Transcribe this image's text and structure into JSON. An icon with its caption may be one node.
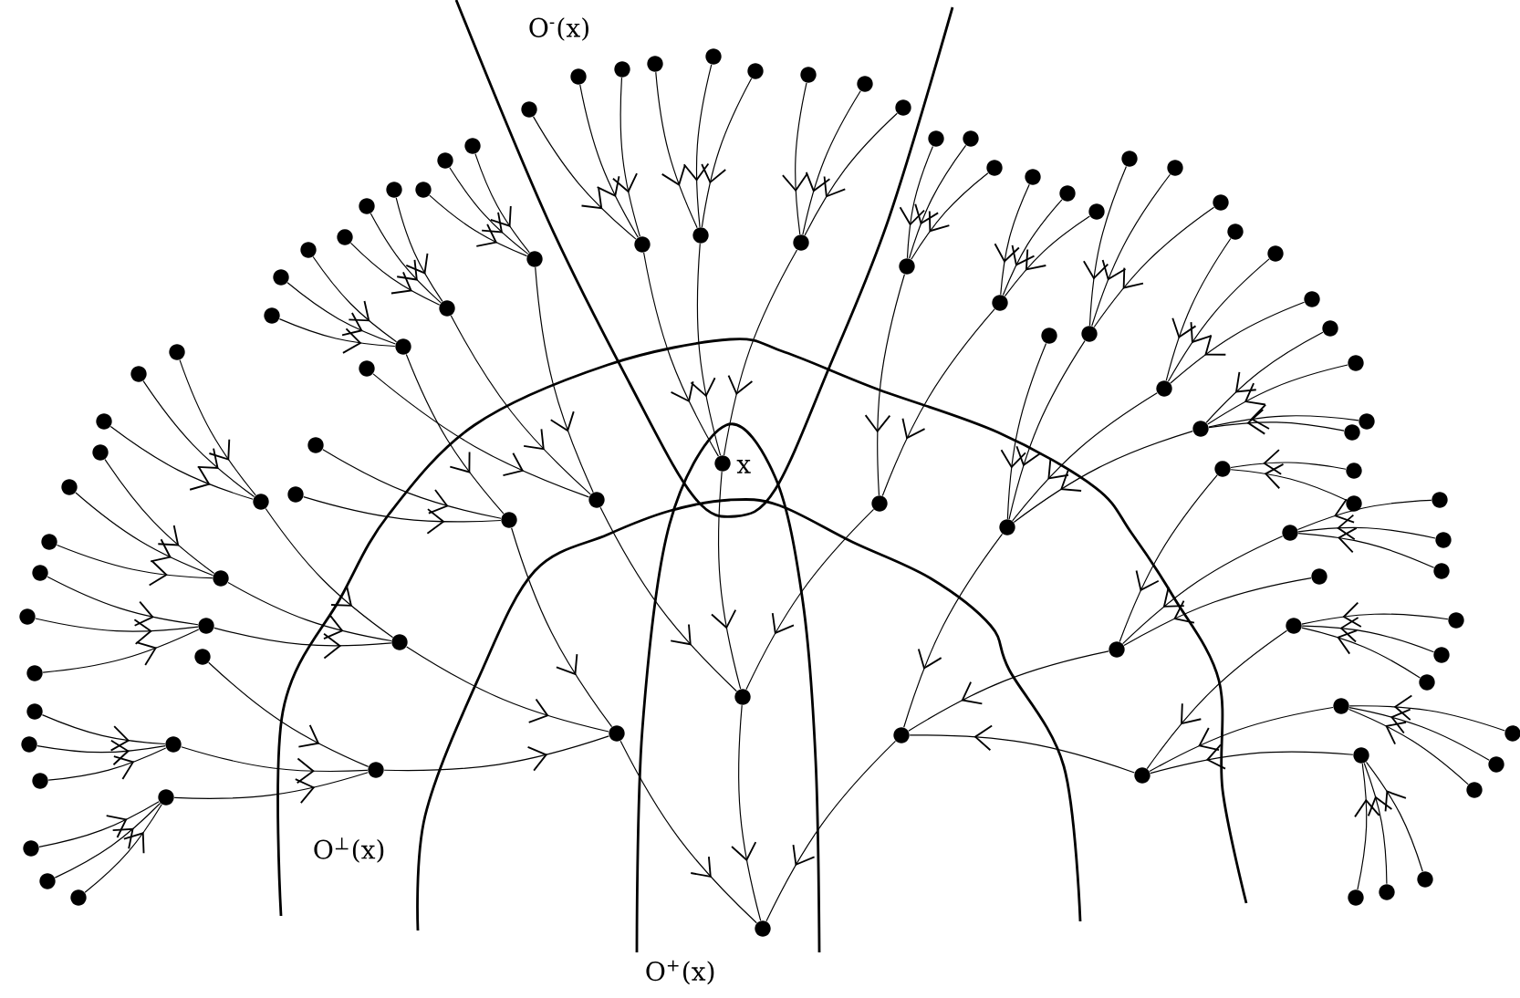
{
  "diagram": {
    "nodes": [
      {
        "text": [],
        "shape": "circle"
      },
      {
        "text": [],
        "shape": "circle"
      },
      {
        "text": [],
        "shape": "circle"
      },
      {
        "text": [],
        "shape": "circle"
      },
      {
        "text": [],
        "shape": "circle"
      },
      {
        "text": [],
        "shape": "circle"
      },
      {
        "text": [],
        "shape": "circle"
      },
      {
        "text": [],
        "shape": "circle"
      },
      {
        "text": [],
        "shape": "circle"
      },
      {
        "text": [],
        "shape": "circle"
      },
      {
        "text": [],
        "shape": "circle"
      },
      {
        "text": [],
        "shape": "circle"
      },
      {
        "text": [],
        "shape": "circle",
        "beside": [
          "x"
        ]
      },
      {
        "text": [],
        "shape": "circle"
      },
      {
        "text": [],
        "shape": "circle"
      },
      {
        "text": [],
        "shape": "circle"
      },
      {
        "text": [],
        "shape": "circle"
      },
      {
        "text": [],
        "shape": "circle"
      },
      {
        "text": [],
        "shape": "circle"
      },
      {
        "text": [],
        "shape": "circle"
      },
      {
        "text": [],
        "shape": "circle"
      },
      {
        "text": [],
        "shape": "circle"
      },
      {
        "text": [],
        "shape": "circle"
      },
      {
        "text": [],
        "shape": "circle"
      },
      {
        "text": [],
        "shape": "circle"
      },
      {
        "text": [],
        "shape": "circle"
      },
      {
        "text": [],
        "shape": "circle"
      },
      {
        "text": [],
        "shape": "circle"
      },
      {
        "text": [],
        "shape": "circle"
      },
      {
        "text": [],
        "shape": "circle"
      },
      {
        "text": [],
        "shape": "circle"
      },
      {
        "text": [],
        "shape": "circle"
      },
      {
        "text": [],
        "shape": "circle"
      },
      {
        "text": [],
        "shape": "circle"
      },
      {
        "text": [],
        "shape": "circle"
      },
      {
        "text": [],
        "shape": "circle"
      },
      {
        "text": [],
        "shape": "circle"
      },
      {
        "text": [],
        "shape": "circle"
      },
      {
        "text": [],
        "shape": "circle"
      },
      {
        "text": [],
        "shape": "circle"
      },
      {
        "text": [],
        "shape": "circle"
      },
      {
        "text": [],
        "shape": "circle"
      },
      {
        "text": [],
        "shape": "circle"
      },
      {
        "text": [],
        "shape": "circle"
      },
      {
        "text": [],
        "shape": "circle"
      },
      {
        "text": [],
        "shape": "circle"
      },
      {
        "text": [],
        "shape": "circle"
      },
      {
        "text": [],
        "shape": "circle"
      },
      {
        "text": [],
        "shape": "circle"
      },
      {
        "text": [],
        "shape": "circle"
      },
      {
        "text": [],
        "shape": "circle"
      },
      {
        "text": [],
        "shape": "circle"
      },
      {
        "text": [],
        "shape": "circle"
      },
      {
        "text": [],
        "shape": "circle"
      },
      {
        "text": [],
        "shape": "circle"
      },
      {
        "text": [],
        "shape": "circle"
      },
      {
        "text": [],
        "shape": "circle"
      },
      {
        "text": [],
        "shape": "circle"
      },
      {
        "text": [],
        "shape": "circle"
      },
      {
        "text": [],
        "shape": "circle"
      },
      {
        "text": [],
        "shape": "circle"
      },
      {
        "text": [],
        "shape": "circle"
      },
      {
        "text": [],
        "shape": "circle"
      },
      {
        "text": [],
        "shape": "circle"
      },
      {
        "text": [],
        "shape": "circle"
      },
      {
        "text": [],
        "shape": "circle"
      },
      {
        "text": [],
        "shape": "circle"
      },
      {
        "text": [],
        "shape": "circle"
      },
      {
        "text": [],
        "shape": "circle"
      },
      {
        "text": [],
        "shape": "circle"
      },
      {
        "text": [],
        "shape": "circle"
      },
      {
        "text": [],
        "shape": "circle"
      },
      {
        "text": [],
        "shape": "circle"
      },
      {
        "text": [],
        "shape": "circle"
      },
      {
        "text": [],
        "shape": "circle"
      },
      {
        "text": [],
        "shape": "circle"
      },
      {
        "text": [],
        "shape": "circle"
      },
      {
        "text": [],
        "shape": "circle"
      },
      {
        "text": [],
        "shape": "circle"
      },
      {
        "text": [],
        "shape": "circle"
      },
      {
        "text": [],
        "shape": "circle"
      },
      {
        "text": [],
        "shape": "circle"
      },
      {
        "text": [],
        "shape": "circle"
      },
      {
        "text": [],
        "shape": "circle"
      },
      {
        "text": [],
        "shape": "circle"
      },
      {
        "text": [],
        "shape": "circle"
      },
      {
        "text": [],
        "shape": "circle"
      },
      {
        "text": [],
        "shape": "circle"
      },
      {
        "text": [],
        "shape": "circle"
      },
      {
        "text": [],
        "shape": "circle"
      },
      {
        "text": [],
        "shape": "circle"
      },
      {
        "text": [],
        "shape": "circle"
      },
      {
        "text": [],
        "shape": "circle"
      },
      {
        "text": [],
        "shape": "circle"
      },
      {
        "text": [],
        "shape": "circle"
      },
      {
        "text": [],
        "shape": "circle"
      },
      {
        "text": [],
        "shape": "circle"
      },
      {
        "text": [],
        "shape": "circle"
      },
      {
        "text": [],
        "shape": "circle"
      },
      {
        "text": [],
        "shape": "circle"
      },
      {
        "text": [],
        "shape": "circle"
      },
      {
        "text": [],
        "shape": "circle"
      },
      {
        "text": [],
        "shape": "circle"
      }
    ],
    "edges": [
      {
        "from": 0,
        "to": 3,
        "arrow": "to"
      },
      {
        "from": 1,
        "to": 3,
        "arrow": "to"
      },
      {
        "from": 2,
        "to": 3,
        "arrow": "to"
      },
      {
        "from": 4,
        "to": 7,
        "arrow": "to"
      },
      {
        "from": 5,
        "to": 7,
        "arrow": "to"
      },
      {
        "from": 6,
        "to": 7,
        "arrow": "to"
      },
      {
        "from": 8,
        "to": 11,
        "arrow": "to"
      },
      {
        "from": 9,
        "to": 11,
        "arrow": "to"
      },
      {
        "from": 10,
        "to": 11,
        "arrow": "to"
      },
      {
        "from": 3,
        "to": 12,
        "arrow": "to"
      },
      {
        "from": 7,
        "to": 12,
        "arrow": "to"
      },
      {
        "from": 11,
        "to": 12,
        "arrow": "to"
      },
      {
        "from": 12,
        "to": 101,
        "arrow": "to"
      },
      {
        "from": 13,
        "to": 16,
        "arrow": "to"
      },
      {
        "from": 14,
        "to": 16,
        "arrow": "to"
      },
      {
        "from": 15,
        "to": 16,
        "arrow": "to"
      },
      {
        "from": 17,
        "to": 20,
        "arrow": "to"
      },
      {
        "from": 18,
        "to": 20,
        "arrow": "to"
      },
      {
        "from": 19,
        "to": 20,
        "arrow": "to"
      },
      {
        "from": 16,
        "to": 21,
        "arrow": "to"
      },
      {
        "from": 20,
        "to": 21,
        "arrow": "to"
      },
      {
        "from": 21,
        "to": 101,
        "arrow": "to"
      },
      {
        "from": 22,
        "to": 25,
        "arrow": "to"
      },
      {
        "from": 23,
        "to": 25,
        "arrow": "to"
      },
      {
        "from": 24,
        "to": 25,
        "arrow": "to"
      },
      {
        "from": 27,
        "to": 30,
        "arrow": "to"
      },
      {
        "from": 28,
        "to": 30,
        "arrow": "to"
      },
      {
        "from": 29,
        "to": 30,
        "arrow": "to"
      },
      {
        "from": 31,
        "to": 35,
        "arrow": "to"
      },
      {
        "from": 32,
        "to": 35,
        "arrow": "to"
      },
      {
        "from": 33,
        "to": 35,
        "arrow": "to"
      },
      {
        "from": 34,
        "to": 35,
        "arrow": "to"
      },
      {
        "from": 25,
        "to": 36,
        "arrow": "to"
      },
      {
        "from": 26,
        "to": 36,
        "arrow": "to"
      },
      {
        "from": 30,
        "to": 36,
        "arrow": "to"
      },
      {
        "from": 35,
        "to": 36,
        "arrow": "to"
      },
      {
        "from": 36,
        "to": 59,
        "arrow": "to"
      },
      {
        "from": 37,
        "to": 39,
        "arrow": "to"
      },
      {
        "from": 38,
        "to": 39,
        "arrow": "to"
      },
      {
        "from": 40,
        "to": 43,
        "arrow": "to"
      },
      {
        "from": 41,
        "to": 43,
        "arrow": "to"
      },
      {
        "from": 42,
        "to": 43,
        "arrow": "to"
      },
      {
        "from": 39,
        "to": 45,
        "arrow": "to"
      },
      {
        "from": 43,
        "to": 45,
        "arrow": "to"
      },
      {
        "from": 44,
        "to": 45,
        "arrow": "to"
      },
      {
        "from": 45,
        "to": 59,
        "arrow": "to"
      },
      {
        "from": 46,
        "to": 49,
        "arrow": "to"
      },
      {
        "from": 47,
        "to": 49,
        "arrow": "to"
      },
      {
        "from": 48,
        "to": 49,
        "arrow": "to"
      },
      {
        "from": 50,
        "to": 53,
        "arrow": "to"
      },
      {
        "from": 51,
        "to": 53,
        "arrow": "to"
      },
      {
        "from": 52,
        "to": 53,
        "arrow": "to"
      },
      {
        "from": 54,
        "to": 57,
        "arrow": "to"
      },
      {
        "from": 55,
        "to": 57,
        "arrow": "to"
      },
      {
        "from": 56,
        "to": 57,
        "arrow": "to"
      },
      {
        "from": 49,
        "to": 58,
        "arrow": "to"
      },
      {
        "from": 53,
        "to": 58,
        "arrow": "to"
      },
      {
        "from": 57,
        "to": 58,
        "arrow": "to"
      },
      {
        "from": 58,
        "to": 59,
        "arrow": "to"
      },
      {
        "from": 59,
        "to": 102,
        "arrow": "to"
      },
      {
        "from": 60,
        "to": 63,
        "arrow": "to"
      },
      {
        "from": 61,
        "to": 63,
        "arrow": "to"
      },
      {
        "from": 62,
        "to": 63,
        "arrow": "to"
      },
      {
        "from": 64,
        "to": 67,
        "arrow": "to"
      },
      {
        "from": 65,
        "to": 67,
        "arrow": "to"
      },
      {
        "from": 66,
        "to": 67,
        "arrow": "to"
      },
      {
        "from": 63,
        "to": 69,
        "arrow": "to"
      },
      {
        "from": 67,
        "to": 69,
        "arrow": "to"
      },
      {
        "from": 68,
        "to": 69,
        "arrow": "to"
      },
      {
        "from": 69,
        "to": 101,
        "arrow": "to"
      },
      {
        "from": 70,
        "to": 73,
        "arrow": "to"
      },
      {
        "from": 71,
        "to": 73,
        "arrow": "to"
      },
      {
        "from": 72,
        "to": 73,
        "arrow": "to"
      },
      {
        "from": 73,
        "to": 76,
        "arrow": "to"
      },
      {
        "from": 74,
        "to": 76,
        "arrow": "to"
      },
      {
        "from": 75,
        "to": 76,
        "arrow": "to"
      },
      {
        "from": 76,
        "to": 100,
        "arrow": "to"
      },
      {
        "from": 77,
        "to": 80,
        "arrow": "to"
      },
      {
        "from": 78,
        "to": 80,
        "arrow": "to"
      },
      {
        "from": 79,
        "to": 80,
        "arrow": "to"
      },
      {
        "from": 81,
        "to": 84,
        "arrow": "to"
      },
      {
        "from": 82,
        "to": 84,
        "arrow": "to"
      },
      {
        "from": 83,
        "to": 84,
        "arrow": "to"
      },
      {
        "from": 85,
        "to": 88,
        "arrow": "to"
      },
      {
        "from": 86,
        "to": 88,
        "arrow": "to"
      },
      {
        "from": 87,
        "to": 88,
        "arrow": "to"
      },
      {
        "from": 80,
        "to": 89,
        "arrow": "to"
      },
      {
        "from": 84,
        "to": 89,
        "arrow": "to"
      },
      {
        "from": 88,
        "to": 89,
        "arrow": "to"
      },
      {
        "from": 89,
        "to": 100,
        "arrow": "to"
      },
      {
        "from": 90,
        "to": 93,
        "arrow": "to"
      },
      {
        "from": 91,
        "to": 93,
        "arrow": "to"
      },
      {
        "from": 92,
        "to": 93,
        "arrow": "to"
      },
      {
        "from": 95,
        "to": 98,
        "arrow": "to"
      },
      {
        "from": 96,
        "to": 98,
        "arrow": "to"
      },
      {
        "from": 97,
        "to": 98,
        "arrow": "to"
      },
      {
        "from": 93,
        "to": 99,
        "arrow": "to"
      },
      {
        "from": 94,
        "to": 99,
        "arrow": "to"
      },
      {
        "from": 98,
        "to": 99,
        "arrow": "to"
      },
      {
        "from": 99,
        "to": 100,
        "arrow": "to"
      },
      {
        "from": 100,
        "to": 102,
        "arrow": "to"
      },
      {
        "from": 101,
        "to": 102,
        "arrow": "to"
      }
    ],
    "labels": [
      "O$^{-}$(x)",
      "O$^{⊥}$(x)",
      "O$^{+}$(x)"
    ]
  }
}
